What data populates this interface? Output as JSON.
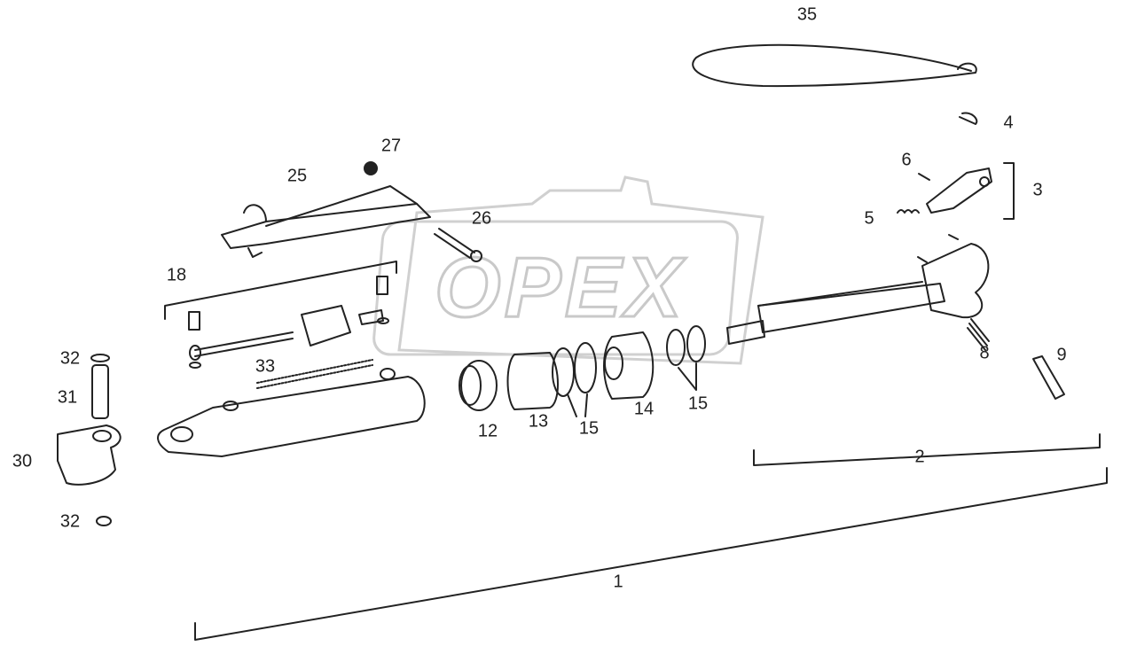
{
  "watermark": "OPEX",
  "colors": {
    "line": "#222222",
    "watermark": "#c9c9c9",
    "background": "#ffffff"
  },
  "callouts": [
    {
      "id": "c35",
      "text": "35"
    },
    {
      "id": "c4",
      "text": "4"
    },
    {
      "id": "c6",
      "text": "6"
    },
    {
      "id": "c3",
      "text": "3"
    },
    {
      "id": "c5",
      "text": "5"
    },
    {
      "id": "c27",
      "text": "27"
    },
    {
      "id": "c25",
      "text": "25"
    },
    {
      "id": "c26",
      "text": "26"
    },
    {
      "id": "c18",
      "text": "18"
    },
    {
      "id": "c32a",
      "text": "32"
    },
    {
      "id": "c31",
      "text": "31"
    },
    {
      "id": "c30",
      "text": "30"
    },
    {
      "id": "c32b",
      "text": "32"
    },
    {
      "id": "c33",
      "text": "33"
    },
    {
      "id": "c12",
      "text": "12"
    },
    {
      "id": "c13",
      "text": "13"
    },
    {
      "id": "c15a",
      "text": "15"
    },
    {
      "id": "c14",
      "text": "14"
    },
    {
      "id": "c15b",
      "text": "15"
    },
    {
      "id": "c8",
      "text": "8"
    },
    {
      "id": "c9",
      "text": "9"
    },
    {
      "id": "c2",
      "text": "2"
    },
    {
      "id": "c1",
      "text": "1"
    }
  ]
}
